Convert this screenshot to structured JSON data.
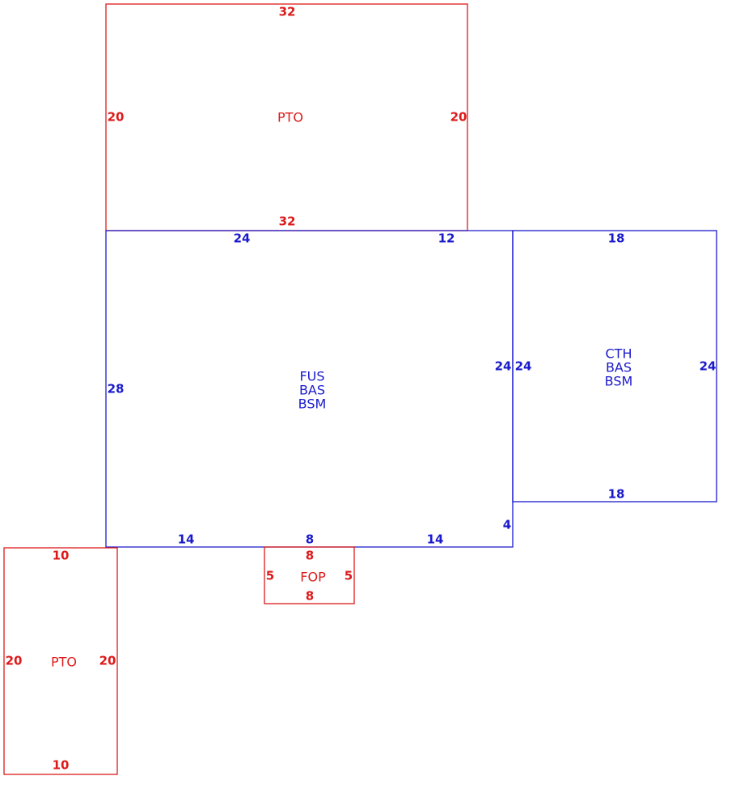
{
  "colors": {
    "main_structure": "#1a1acc",
    "addition": "#dd1a1a",
    "background": "#ffffff"
  },
  "areas": {
    "patio_top": {
      "label": "PTO",
      "dims": {
        "top": "32",
        "bottom": "32",
        "left": "20",
        "right": "20"
      }
    },
    "main_house": {
      "labels": [
        "FUS",
        "BAS",
        "BSM"
      ],
      "dims": {
        "top_left": "24",
        "top_right": "12",
        "left": "28",
        "right": "24",
        "bottom_left": "14",
        "bottom_mid": "8",
        "bottom_right": "14",
        "step": "4"
      }
    },
    "cathedral_wing": {
      "labels": [
        "CTH",
        "BAS",
        "BSM"
      ],
      "dims": {
        "top": "18",
        "bottom": "18",
        "left": "24",
        "right": "24"
      }
    },
    "front_porch": {
      "label": "FOP",
      "dims": {
        "top": "8",
        "bottom": "8",
        "left": "5",
        "right": "5"
      }
    },
    "patio_bottom": {
      "label": "PTO",
      "dims": {
        "top": "10",
        "bottom": "10",
        "left": "20",
        "right": "20"
      }
    }
  }
}
